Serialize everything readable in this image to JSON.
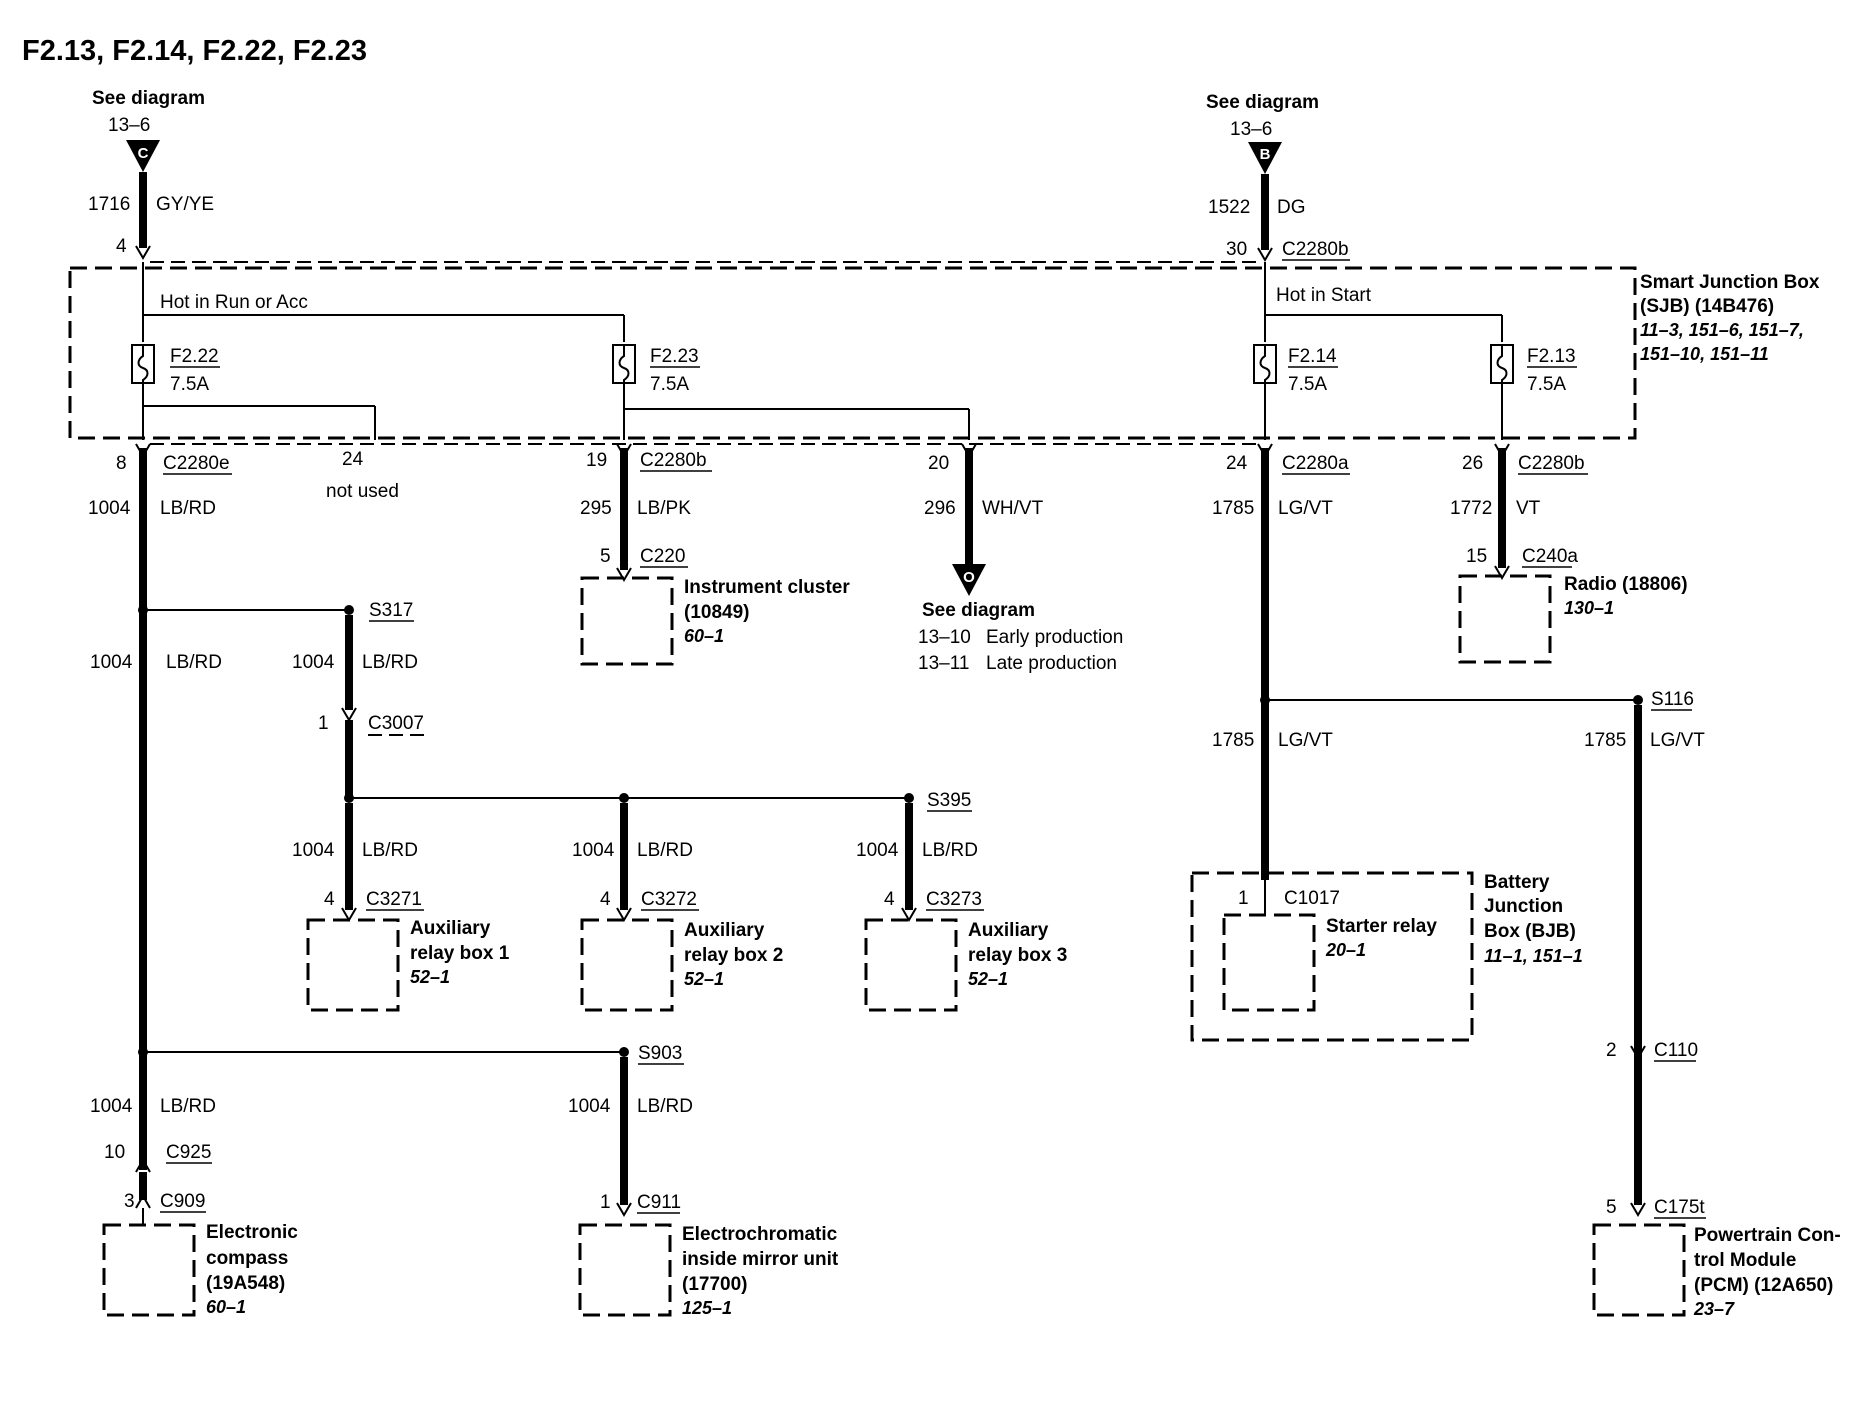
{
  "title": "F2.13, F2.14, F2.22, F2.23",
  "inputs": {
    "c": {
      "see": "See diagram",
      "ref": "13–6",
      "letter": "C",
      "circuit": "1716",
      "color": "GY/YE",
      "pin": "4"
    },
    "b": {
      "see": "See diagram",
      "ref": "13–6",
      "letter": "B",
      "circuit": "1522",
      "color": "DG",
      "pin": "30",
      "connector": "C2280b"
    }
  },
  "sjb": {
    "name1": "Smart Junction Box",
    "name2": "(SJB) (14B476)",
    "refs1": "11–3, 151–6, 151–7,",
    "refs2": "151–10, 151–11",
    "hot_run": "Hot in Run or Acc",
    "hot_start": "Hot in Start",
    "fuses": [
      {
        "name": "F2.22",
        "rating": "7.5A"
      },
      {
        "name": "F2.23",
        "rating": "7.5A"
      },
      {
        "name": "F2.14",
        "rating": "7.5A"
      },
      {
        "name": "F2.13",
        "rating": "7.5A"
      }
    ]
  },
  "outputs": {
    "o1": {
      "pin": "8",
      "connector": "C2280e",
      "circuit": "1004",
      "color": "LB/RD"
    },
    "o_unused": {
      "pin": "24",
      "label": "not used"
    },
    "o2": {
      "pin": "19",
      "connector": "C2280b",
      "circuit": "295",
      "color": "LB/PK",
      "pin2": "5",
      "connector2": "C220"
    },
    "o3": {
      "pin": "20",
      "circuit": "296",
      "color": "WH/VT",
      "letter": "O",
      "see": "See diagram",
      "ref1": "13–10",
      "desc1": "Early production",
      "ref2": "13–11",
      "desc2": "Late production"
    },
    "o4": {
      "pin": "24",
      "connector": "C2280a",
      "circuit": "1785",
      "color": "LG/VT"
    },
    "o5": {
      "pin": "26",
      "connector": "C2280b",
      "circuit": "1772",
      "color": "VT",
      "pin2": "15",
      "connector2": "C240a"
    }
  },
  "components": {
    "cluster": {
      "l1": "Instrument cluster",
      "l2": "(10849)",
      "ref": "60–1"
    },
    "radio": {
      "l1": "Radio (18806)",
      "ref": "130–1"
    },
    "aux1": {
      "l1": "Auxiliary",
      "l2": "relay box 1",
      "ref": "52–1",
      "pin": "4",
      "connector": "C3271",
      "circuit": "1004",
      "color": "LB/RD"
    },
    "aux2": {
      "l1": "Auxiliary",
      "l2": "relay box 2",
      "ref": "52–1",
      "pin": "4",
      "connector": "C3272",
      "circuit": "1004",
      "color": "LB/RD"
    },
    "aux3": {
      "l1": "Auxiliary",
      "l2": "relay box 3",
      "ref": "52–1",
      "pin": "4",
      "connector": "C3273",
      "circuit": "1004",
      "color": "LB/RD"
    },
    "bjb": {
      "l1": "Battery",
      "l2": "Junction",
      "l3": "Box (BJB)",
      "ref": "11–1, 151–1"
    },
    "starter": {
      "l1": "Starter relay",
      "ref": "20–1",
      "pin": "1",
      "connector": "C1017"
    },
    "compass": {
      "l1": "Electronic",
      "l2": "compass",
      "l3": "(19A548)",
      "ref": "60–1"
    },
    "mirror": {
      "l1": "Electrochromatic",
      "l2": "inside mirror unit",
      "l3": "(17700)",
      "ref": "125–1"
    },
    "pcm": {
      "l1": "Powertrain Con-",
      "l2": "trol Module",
      "l3": "(PCM) (12A650)",
      "ref": "23–7"
    }
  },
  "splices": {
    "s317": {
      "name": "S317",
      "circuit": "1004",
      "color": "LB/RD",
      "pin": "1",
      "connector": "C3007"
    },
    "s395": {
      "name": "S395"
    },
    "s903": {
      "name": "S903",
      "circuit": "1004",
      "color": "LB/RD",
      "pin": "1",
      "connector": "C911"
    },
    "s116": {
      "name": "S116",
      "circuit": "1785",
      "color": "LG/VT",
      "pin": "2",
      "connector": "C110",
      "pin2": "5",
      "connector2": "C175t"
    }
  },
  "main_left": {
    "circuit_a": "1004",
    "color_a": "LB/RD",
    "circuit_b": "1004",
    "color_b": "LB/RD",
    "pin1": "10",
    "connector1": "C925",
    "pin2": "3",
    "connector2": "C909"
  },
  "right_mid": {
    "circuit": "1785",
    "color": "LG/VT"
  }
}
